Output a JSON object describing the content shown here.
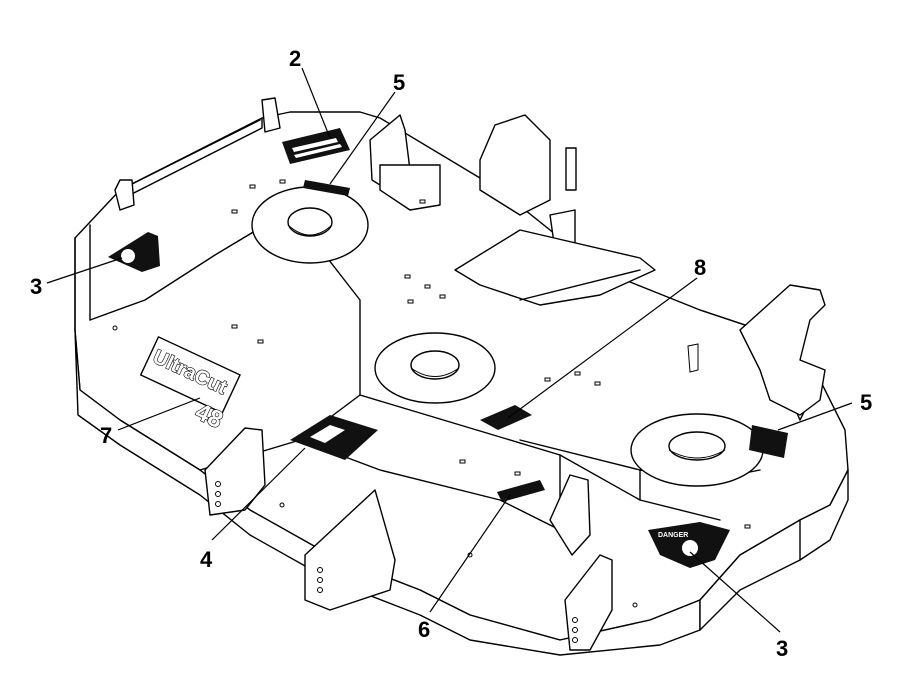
{
  "diagram": {
    "callouts": [
      {
        "id": "c2",
        "label": "2"
      },
      {
        "id": "c5a",
        "label": "5"
      },
      {
        "id": "c3a",
        "label": "3"
      },
      {
        "id": "c8",
        "label": "8"
      },
      {
        "id": "c5b",
        "label": "5"
      },
      {
        "id": "c7",
        "label": "7"
      },
      {
        "id": "c4",
        "label": "4"
      },
      {
        "id": "c6",
        "label": "6"
      },
      {
        "id": "c3b",
        "label": "3"
      }
    ],
    "brand_decal": {
      "name": "UltraCut",
      "size": "48"
    },
    "danger_decal": {
      "text": "DANGER"
    }
  }
}
